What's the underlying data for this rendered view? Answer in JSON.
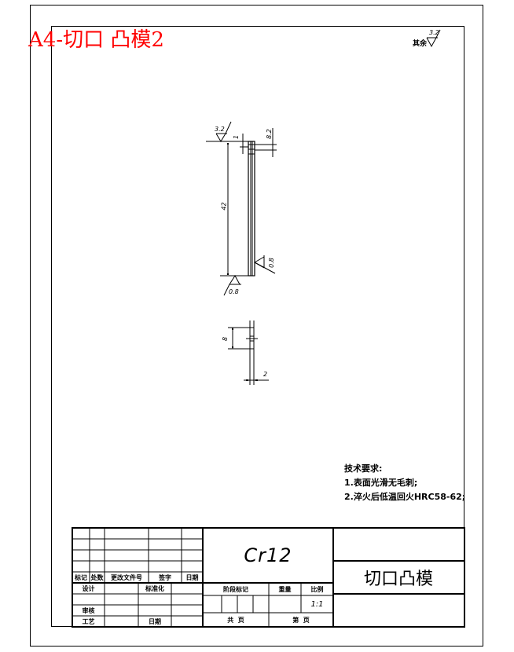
{
  "sheet": {
    "title": "A4-切口 凸模2",
    "title_color": "#ff0000"
  },
  "roughness_other": {
    "label": "其余",
    "value": "3.2"
  },
  "views": {
    "front": {
      "roughness_top": "3.2",
      "roughness_bottom": "0.8",
      "roughness_side": "0.8",
      "dim_length": "42",
      "dim_top_small": "1",
      "dim_width": "8.2"
    },
    "bottom": {
      "dim_height": "8",
      "dim_thickness": "2"
    }
  },
  "technical_requirements": {
    "heading": "技术要求:",
    "items": [
      "1.表面光滑无毛刺;",
      "2.淬火后低温回火HRC58-62;"
    ]
  },
  "title_block": {
    "material": "Cr12",
    "part_name": "切口凸模",
    "revision_headers": [
      "标记",
      "处数",
      "更改文件号",
      "签字",
      "日期"
    ],
    "labels": {
      "design": "设计",
      "standardization": "标准化",
      "review": "审核",
      "process": "工艺",
      "date": "日期",
      "stage_mark": "阶段标记",
      "weight": "重量",
      "scale": "比例",
      "total_sheets": "共  页",
      "sheet_no": "第  页"
    },
    "scale_value": "1:1"
  }
}
